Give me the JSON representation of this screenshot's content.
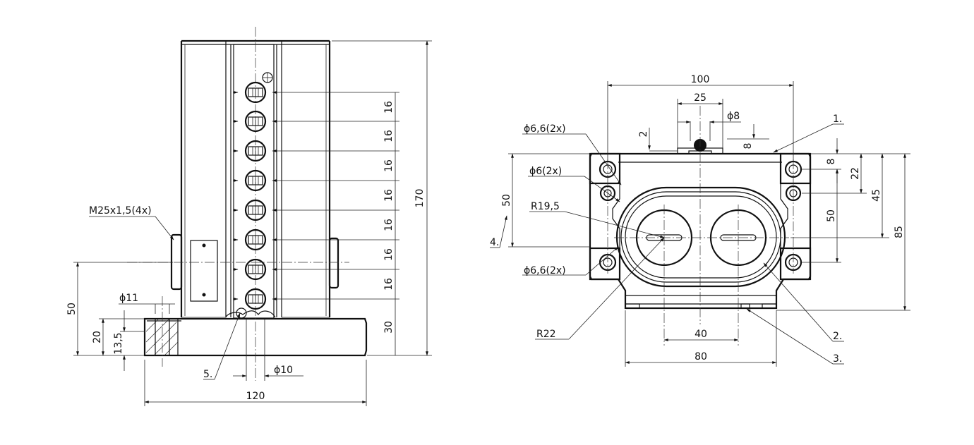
{
  "left_view": {
    "dims": {
      "d16_1": "16",
      "d16_2": "16",
      "d16_3": "16",
      "d16_4": "16",
      "d16_5": "16",
      "d16_6": "16",
      "d16_7": "16",
      "d170": "170",
      "d30": "30",
      "d50": "50",
      "d20": "20",
      "d13_5": "13,5",
      "d11": "ϕ11",
      "d10": "ϕ10",
      "d120": "120"
    },
    "labels": {
      "thread": "M25x1,5(4x)",
      "callout5": "5."
    }
  },
  "right_view": {
    "dims": {
      "d100": "100",
      "d25": "25",
      "d8dia": "ϕ8",
      "d2": "2",
      "d8top": "8",
      "d8right": "8",
      "d22": "22",
      "d45": "45",
      "d50right": "50",
      "d85": "85",
      "d50left": "50",
      "d40": "40",
      "d80": "80"
    },
    "labels": {
      "hole_a": "ϕ6,6(2x)",
      "hole_b": "ϕ6(2x)",
      "r19_5": "R19,5",
      "hole_c": "ϕ6,6(2x)",
      "r22": "R22",
      "callout1": "1.",
      "callout2": "2.",
      "callout3": "3.",
      "callout4": "4."
    }
  }
}
